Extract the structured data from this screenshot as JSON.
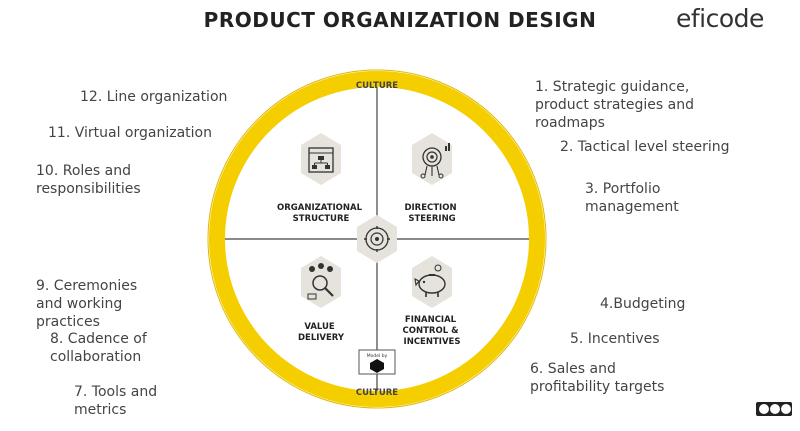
{
  "title": "PRODUCT ORGANIZATION DESIGN",
  "logo": "eficode",
  "ring_label_top": "CULTURE",
  "ring_label_bottom": "CULTURE",
  "quadrants": {
    "top_left": "ORGANIZATIONAL\nSTRUCTURE",
    "top_right": "DIRECTION\nSTEERING",
    "bottom_left": "VALUE\nDELIVERY",
    "bottom_right": "FINANCIAL\nCONTROL &\nINCENTIVES"
  },
  "badge_text": "Model by",
  "left_labels": [
    "12. Line organization",
    "11. Virtual organization",
    "10. Roles and\nresponsibilities",
    "9. Ceremonies\nand working\npractices",
    "8. Cadence of\ncollaboration",
    "7. Tools and\nmetrics"
  ],
  "right_labels": [
    "1. Strategic guidance,\nproduct strategies and\nroadmaps",
    "2. Tactical level steering",
    "3. Portfolio\nmanagement",
    "4.Budgeting",
    "5. Incentives",
    "6. Sales and\nprofitability targets"
  ],
  "colors": {
    "ring": "#F5CE00",
    "hexagon": "#E6E3DD",
    "text_dark": "#222222",
    "text_label": "#444444"
  },
  "icons": [
    "org-chart-icon",
    "target-brain-icon",
    "people-magnifier-icon",
    "piggy-bank-icon",
    "gear-cycle-icon",
    "cc-license-icon"
  ]
}
